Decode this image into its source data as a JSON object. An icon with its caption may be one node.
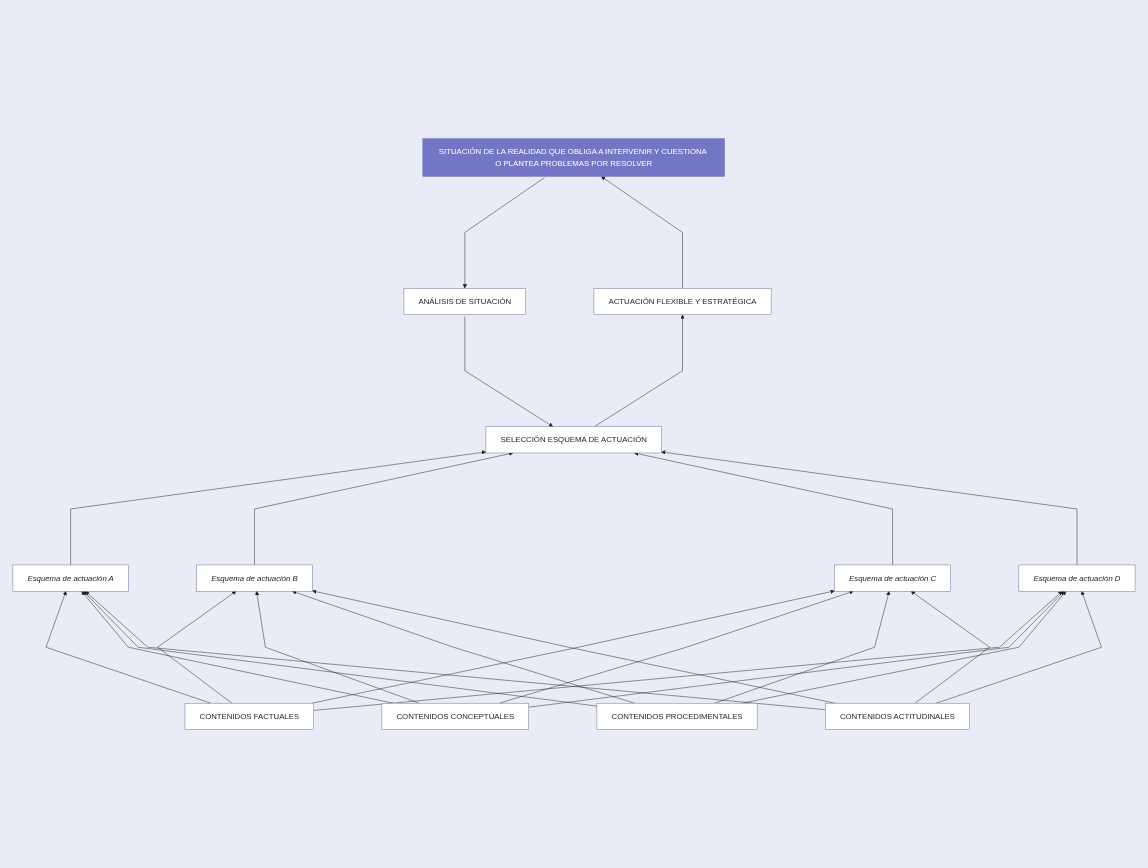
{
  "diagram": {
    "nodes": [
      {
        "text": [
          "SITUACIÓN DE LA REALIDAD QUE OBLIGA A INTERVENIR Y CUESTIONA O PLANTEA PROBLEMAS POR RESOLVER"
        ]
      },
      {
        "text": [
          "ANÁLISIS DE SITUACIÓN"
        ]
      },
      {
        "text": [
          "SELECCIÓN ESQUEMA DE ACTUACIÓN"
        ]
      },
      {
        "text": [
          "ACTUACIÓN FLEXIBLE Y ESTRATÉGICA"
        ]
      },
      {
        "text": [
          "Esquema de actuación A"
        ]
      },
      {
        "text": [
          "Esquema de actuación B"
        ]
      },
      {
        "text": [
          "Esquema de actuación C"
        ]
      },
      {
        "text": [
          "Esquema de actuación D"
        ]
      },
      {
        "text": [
          "CONTENIDOS FACTUALES"
        ]
      },
      {
        "text": [
          "CONTENIDOS CONCEPTUALES"
        ]
      },
      {
        "text": [
          "CONTENIDOS PROCEDIMENTALES"
        ]
      },
      {
        "text": [
          "CONTENIDOS ACTITUDINALES"
        ]
      }
    ],
    "edges": [
      {
        "from": 0,
        "to": 1,
        "arrow": "to"
      },
      {
        "from": 1,
        "to": 2,
        "arrow": "to"
      },
      {
        "from": 2,
        "to": 3,
        "arrow": "to"
      },
      {
        "from": 3,
        "to": 0,
        "arrow": "to"
      },
      {
        "from": 4,
        "to": 2,
        "arrow": "to"
      },
      {
        "from": 5,
        "to": 2,
        "arrow": "to"
      },
      {
        "from": 6,
        "to": 2,
        "arrow": "to"
      },
      {
        "from": 7,
        "to": 2,
        "arrow": "to"
      },
      {
        "from": 8,
        "to": 4,
        "arrow": "to"
      },
      {
        "from": 8,
        "to": 5,
        "arrow": "to"
      },
      {
        "from": 8,
        "to": 6,
        "arrow": "to"
      },
      {
        "from": 8,
        "to": 7,
        "arrow": "to"
      },
      {
        "from": 9,
        "to": 4,
        "arrow": "to"
      },
      {
        "from": 9,
        "to": 5,
        "arrow": "to"
      },
      {
        "from": 9,
        "to": 6,
        "arrow": "to"
      },
      {
        "from": 9,
        "to": 7,
        "arrow": "to"
      },
      {
        "from": 10,
        "to": 4,
        "arrow": "to"
      },
      {
        "from": 10,
        "to": 5,
        "arrow": "to"
      },
      {
        "from": 10,
        "to": 6,
        "arrow": "to"
      },
      {
        "from": 10,
        "to": 7,
        "arrow": "to"
      },
      {
        "from": 11,
        "to": 4,
        "arrow": "to"
      },
      {
        "from": 11,
        "to": 5,
        "arrow": "to"
      },
      {
        "from": 11,
        "to": 6,
        "arrow": "to"
      },
      {
        "from": 11,
        "to": 7,
        "arrow": "to"
      }
    ]
  }
}
